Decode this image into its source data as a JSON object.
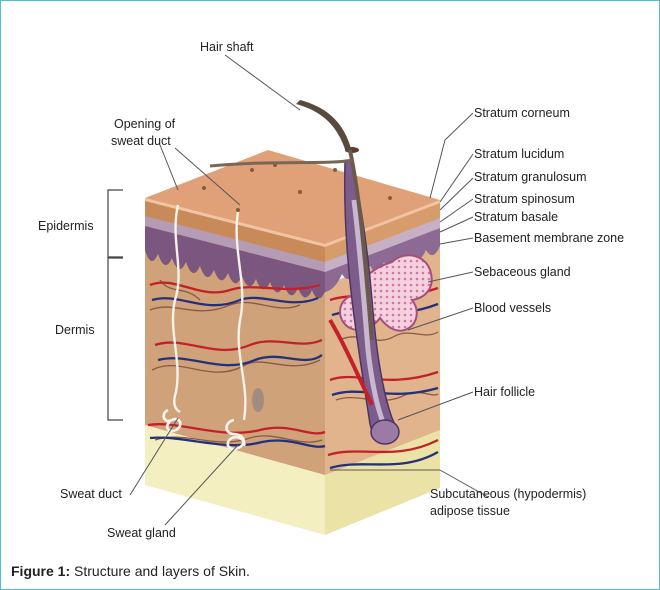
{
  "labels": {
    "hair_shaft": "Hair shaft",
    "opening_sweat_duct_1": "Opening of",
    "opening_sweat_duct_2": "sweat duct",
    "epidermis": "Epidermis",
    "dermis": "Dermis",
    "sweat_duct": "Sweat duct",
    "sweat_gland": "Sweat gland",
    "stratum_corneum": "Stratum corneum",
    "stratum_lucidum": "Stratum lucidum",
    "stratum_granulosum": "Stratum granulosum",
    "stratum_spinosum": "Stratum spinosum",
    "stratum_basale": "Stratum basale",
    "basement_membrane_zone": "Basement membrane zone",
    "sebaceous_gland": "Sebaceous gland",
    "blood_vessels": "Blood vessels",
    "hair_follicle": "Hair follicle",
    "subcutaneous_1": "Subcutaneous (hypodermis)",
    "subcutaneous_2": "adipose tissue"
  },
  "caption": {
    "label": "Figure 1:",
    "text": " Structure and layers of Skin."
  },
  "colors": {
    "frame_border": "#4cc3c9",
    "skin_top": "#e0a178",
    "epidermis_side": "#c98a5a",
    "dermis": "#cfa27a",
    "dermis_side": "#dcae85",
    "basal_layer": "#7b5780",
    "spinosum": "#b59bb3",
    "hypodermis": "#f4efc0",
    "artery": "#c4202a",
    "vein": "#23307a",
    "gland": "#d98bb2",
    "follicle": "#7c5c8a",
    "hair": "#6b5a4c"
  }
}
